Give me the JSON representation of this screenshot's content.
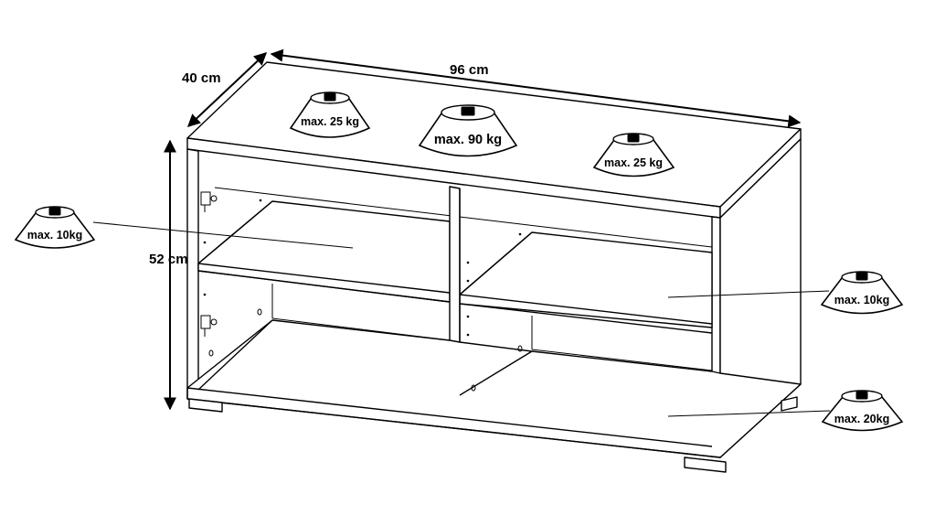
{
  "dimensions": {
    "depth": "40 cm",
    "width": "96 cm",
    "height": "52 cm"
  },
  "load_ratings": {
    "top_left": "max. 25 kg",
    "top_center": "max. 90 kg",
    "top_right": "max. 25 kg",
    "left_shelf": "max. 10kg",
    "right_shelf": "max. 10kg",
    "bottom_shelf": "max. 20kg"
  }
}
